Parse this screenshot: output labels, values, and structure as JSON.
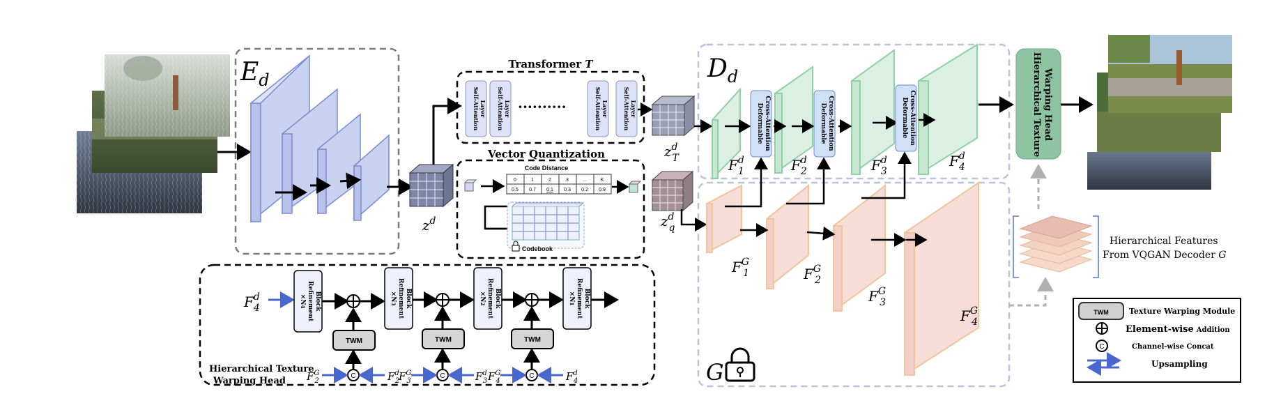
{
  "encoder": {
    "label": "E",
    "sub": "d"
  },
  "zd": {
    "base": "z",
    "sup": "d"
  },
  "transformer": {
    "title": "Transformer ",
    "title_sym": "T",
    "layer_label_1": "Self-Attention",
    "layer_label_2": "Layer",
    "dots": "··········"
  },
  "zTd": {
    "base": "z",
    "sup": "d",
    "sub": "T"
  },
  "zqd": {
    "base": "z",
    "sup": "d",
    "sub": "q"
  },
  "vq": {
    "title": "Vector Quantization",
    "code_distance": "Code Distance",
    "header": [
      "0",
      "1",
      "2",
      "3",
      "...",
      "K"
    ],
    "values": [
      "0.5",
      "0.7",
      "0.1",
      "0.3",
      "0.2",
      "0.9"
    ],
    "codebook": "Codebook"
  },
  "decoder": {
    "label": "D",
    "sub": "d"
  },
  "dca": {
    "line1": "Deformable",
    "line2": "Cross-Attention"
  },
  "decoder_feats": [
    {
      "base": "F",
      "sup": "d",
      "sub": "1"
    },
    {
      "base": "F",
      "sup": "d",
      "sub": "2"
    },
    {
      "base": "F",
      "sup": "d",
      "sub": "3"
    },
    {
      "base": "F",
      "sup": "d",
      "sub": "4"
    }
  ],
  "G": {
    "label": "G"
  },
  "g_feats": [
    {
      "base": "F",
      "sup": "G",
      "sub": "1"
    },
    {
      "base": "F",
      "sup": "G",
      "sub": "2"
    },
    {
      "base": "F",
      "sup": "G",
      "sub": "3"
    },
    {
      "base": "F",
      "sup": "G",
      "sub": "4"
    }
  ],
  "htwh_box": {
    "line1": "Hierarchical Texture",
    "line2": "Warping Head"
  },
  "hier_feats": {
    "line1": "Hierarchical Features",
    "line2": "From VQGAN Decoder ",
    "sym": "G"
  },
  "head": {
    "input": {
      "base": "F",
      "sup": "d",
      "sub": "4"
    },
    "refine": {
      "line1": "Refinement",
      "line2": "Block"
    },
    "refine_n": [
      "×N",
      "×N",
      "×N",
      "×N"
    ],
    "refine_n_sub": [
      "4",
      "3",
      "2",
      "1"
    ],
    "twm": "TWM",
    "concat_symbol": "C",
    "pairs": [
      {
        "g": "2",
        "d": "2",
        "gsub": "F",
        "dsub": "F"
      },
      {
        "g": "3",
        "d": "3"
      },
      {
        "g": "4",
        "d": "4"
      }
    ],
    "title_line1": "Hierarchical Texture",
    "title_line2": "Warping Head"
  },
  "legend": {
    "twm_key": "TWM",
    "twm": "Texture Warping Module",
    "add": "Element-wise",
    "add2": "Addition",
    "concat_key": "C",
    "concat": "Channel-wise  Concat",
    "up": "Upsampling"
  },
  "colors": {
    "encoder": "#c9d2f0",
    "encoder_stroke": "#7b8bd0",
    "decoder": "#dcefe3",
    "decoder_stroke": "#8fd0a4",
    "gfeat": "#f6ddd8",
    "gfeat_stroke": "#f0c49c",
    "dca": "#cfe0f7",
    "htwh": "#8fc4a3",
    "arrow_blue": "#4a67d0"
  }
}
